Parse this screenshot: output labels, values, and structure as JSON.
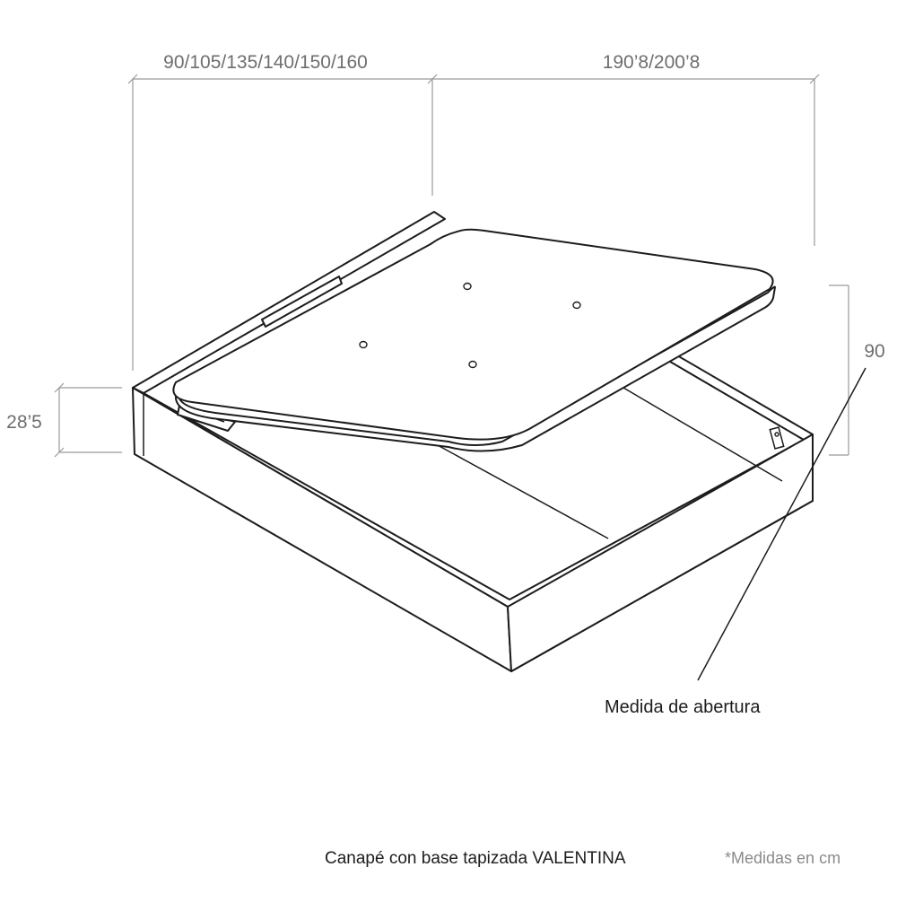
{
  "dimensions": {
    "width_options": "90/105/135/140/150/160",
    "length_options": "190’8/200’8",
    "base_height": "28’5",
    "opening_height": "90"
  },
  "callout": {
    "opening_label": "Medida de abertura"
  },
  "footer": {
    "product_title": "Canapé con base tapizada VALENTINA",
    "units_note": "*Medidas en cm"
  },
  "colors": {
    "line": "#1c1c1c",
    "dimension": "#9a9a9a",
    "dimension_text": "#6e6e6e",
    "note": "#8a8a8a",
    "background": "#ffffff"
  }
}
